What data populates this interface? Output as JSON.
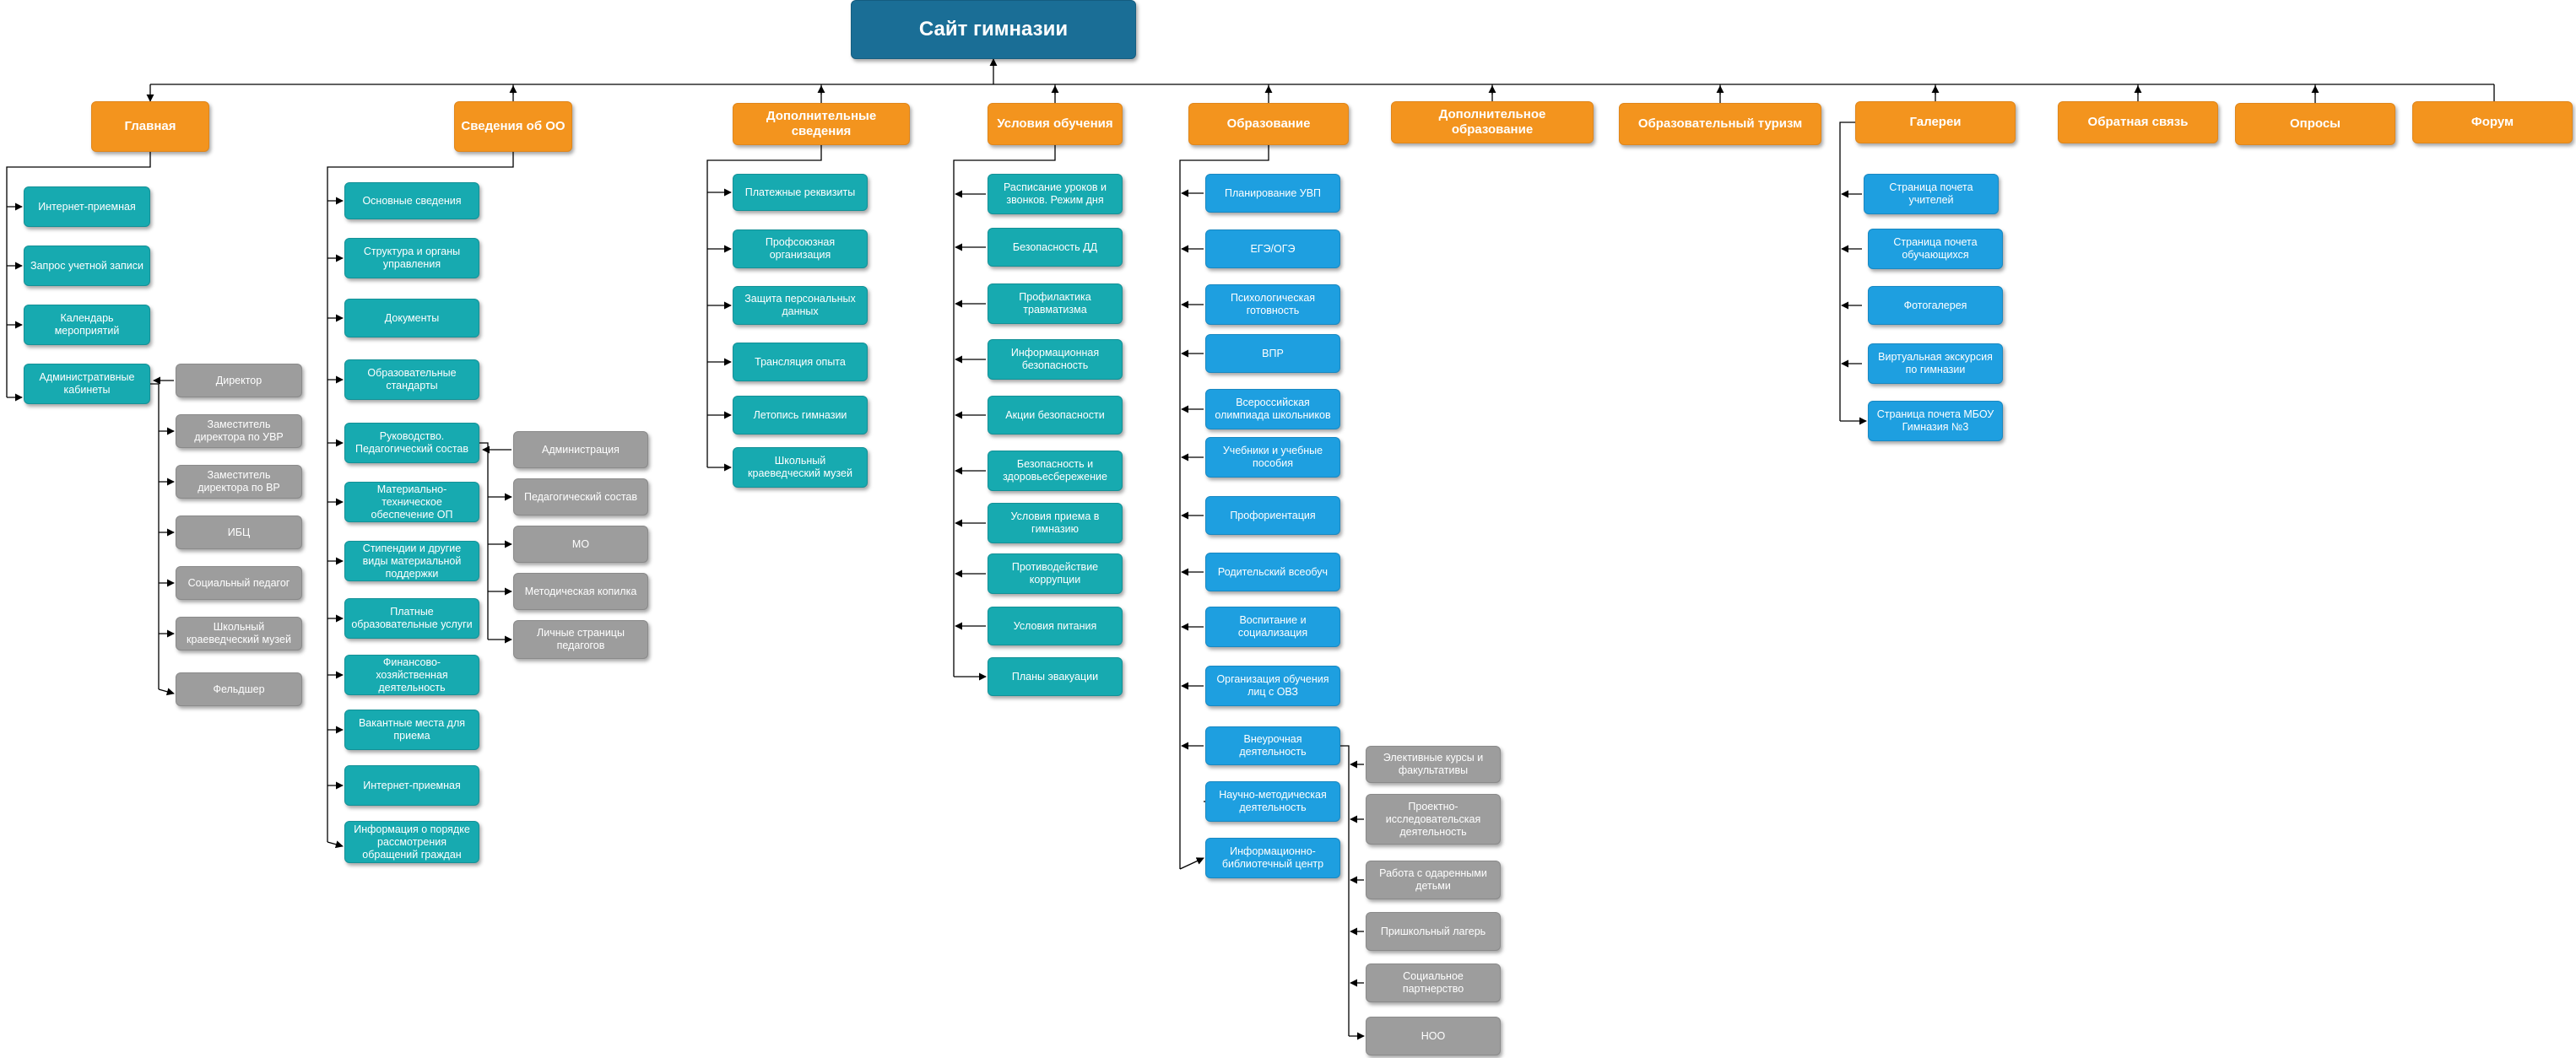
{
  "root": "Сайт гимназии",
  "sections": [
    "Главная",
    "Сведения об ОО",
    "Дополнительные сведения",
    "Условия обучения",
    "Образование",
    "Дополнительное образование",
    "Образовательный туризм",
    "Галереи",
    "Обратная связь",
    "Опросы",
    "Форум"
  ],
  "glavnaya": [
    "Интернет-приемная",
    "Запрос учетной записи",
    "Календарь мероприятий",
    "Административные кабинеты"
  ],
  "admin_cabinets": [
    "Директор",
    "Заместитель директора по УВР",
    "Заместитель директора по ВР",
    "ИБЦ",
    "Социальный педагог",
    "Школьный краеведческий музей",
    "Фельдшер"
  ],
  "svedeniya": [
    "Основные сведения",
    "Структура и органы управления",
    "Документы",
    "Образовательные стандарты",
    "Руководство. Педагогический состав",
    "Материально-техническое обеспечение ОП",
    "Стипендии и другие виды материальной поддержки",
    "Платные образовательные услуги",
    "Финансово-хозяйственная деятельность",
    "Вакантные места для приема",
    "Интернет-приемная",
    "Информация о порядке рассмотрения обращений граждан"
  ],
  "rukovodstvo": [
    "Администрация",
    "Педагогический состав",
    "МО",
    "Методическая копилка",
    "Личные страницы педагогов"
  ],
  "dop_svedeniya": [
    "Платежные реквизиты",
    "Профсоюзная организация",
    "Защита персональных данных",
    "Трансляция опыта",
    "Летопись гимназии",
    "Школьный краеведческий музей"
  ],
  "usloviya": [
    "Расписание уроков и звонков. Режим дня",
    "Безопасность ДД",
    "Профилактика травматизма",
    "Информационная безопасность",
    "Акции безопасности",
    "Безопасность и здоровьесбережение",
    "Условия приема в гимназию",
    "Противодействие коррупции",
    "Условия питания",
    "Планы эвакуации"
  ],
  "obrazovanie": [
    "Планирование УВП",
    "ЕГЭ/ОГЭ",
    "Психологическая готовность",
    "ВПР",
    "Всероссийская олимпиада школьников",
    "Учебники и учебные пособия",
    "Профориентация",
    "Родительский всеобуч",
    "Воспитание и социализация",
    "Организация обучения лиц с ОВЗ",
    "Внеурочная деятельность",
    "Научно-методическая деятельность",
    "Информационно-библиотечный центр"
  ],
  "vneurochnaya": [
    "Элективные курсы и факультативы",
    "Проектно-исследовательская деятельность",
    "Работа с одаренными детьми",
    "Пришкольный лагерь",
    "Социальное партнерство",
    "НОО"
  ],
  "galerei": [
    "Страница почета учителей",
    "Страница почета обучающихся",
    "Фотогалерея",
    "Виртуальная экскурсия по гимназии",
    "Страница почета МБОУ Гимназия №3"
  ],
  "colors": {
    "root": "#1a6e96",
    "section": "#f3941e",
    "teal": "#17aab0",
    "blue": "#1e9fe0",
    "gray": "#9d9d9d",
    "line": "#000000"
  }
}
